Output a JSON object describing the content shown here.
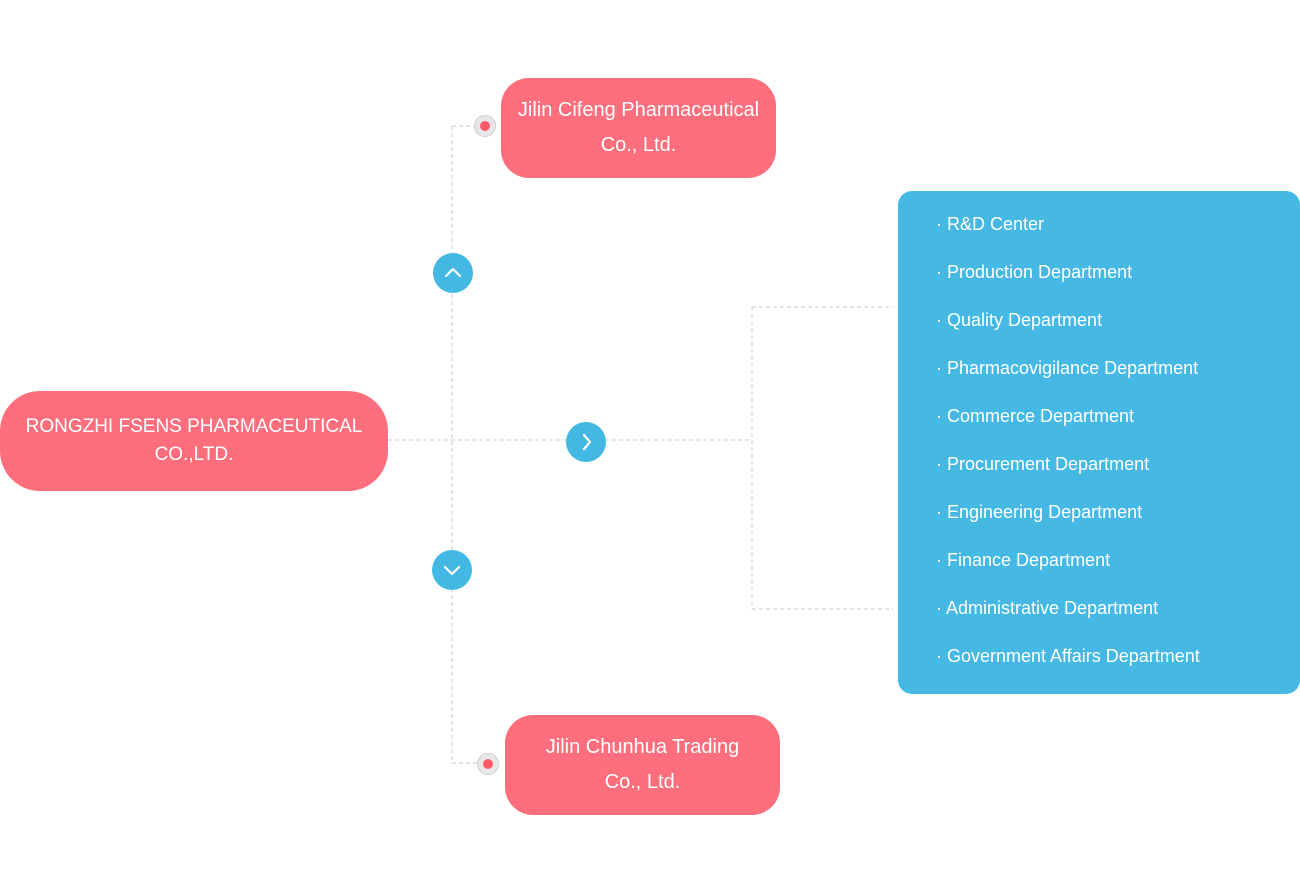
{
  "root": {
    "label_line1": "RONGZHI FSENS PHARMACEUTICAL",
    "label_line2": "CO.,LTD."
  },
  "subsidiaries": [
    {
      "line1": "Jilin Cifeng Pharmaceutical",
      "line2": "Co., Ltd."
    },
    {
      "line1": "Jilin Chunhua Trading",
      "line2": "Co., Ltd."
    }
  ],
  "departments": {
    "bullet": "· ",
    "items": [
      "R&D Center",
      "Production Department",
      "Quality Department",
      "Pharmacovigilance Department",
      "Commerce Department",
      "Procurement Department",
      "Engineering Department",
      "Finance Department",
      "Administrative Department",
      "Government Affairs Department"
    ]
  },
  "colors": {
    "company_node": "#ff6e7d",
    "department_panel": "#45b9e4",
    "control_button": "#43b8e3",
    "connector": "#c8c8c8"
  },
  "icons": {
    "up_control": "chevron-up-icon",
    "right_control": "chevron-right-icon",
    "down_control": "chevron-down-icon",
    "connector_dot": "connector-dot-icon"
  }
}
